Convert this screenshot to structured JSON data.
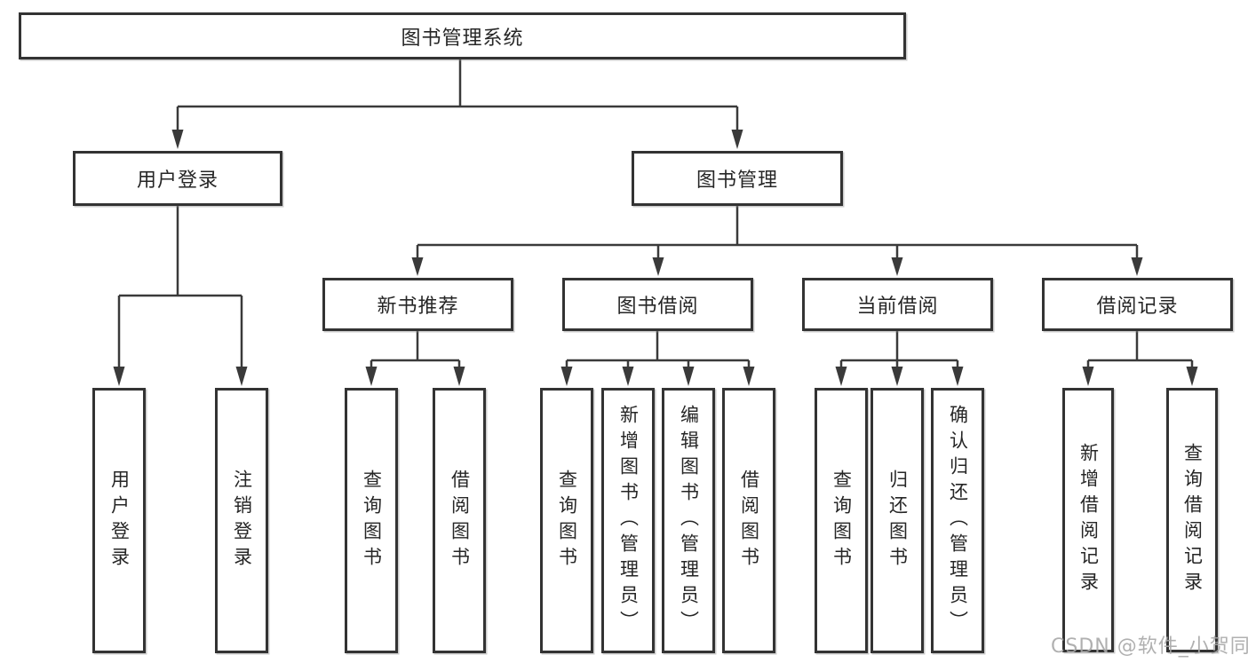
{
  "diagram_title": "图书管理系统",
  "nodes": {
    "root": "图书管理系统",
    "level2": {
      "login": "用户登录",
      "manage": "图书管理"
    },
    "level3": {
      "recommend": "新书推荐",
      "borrow": "图书借阅",
      "current": "当前借阅",
      "records": "借阅记录"
    },
    "leaves": {
      "login": [
        "用户登录",
        "注销登录"
      ],
      "recommend": [
        "查询图书",
        "借阅图书"
      ],
      "borrow": [
        "查询图书",
        "新增图书（管理员）",
        "编辑图书（管理员）",
        "借阅图书"
      ],
      "current": [
        "查询图书",
        "归还图书",
        "确认归还（管理员）"
      ],
      "records": [
        "新增借阅记录",
        "查询借阅记录"
      ]
    }
  },
  "watermark": "CSDN @软件_小贺同学",
  "colors": {
    "box_border": "#333333",
    "connector_line": "#3a3a3a",
    "text": "#262626",
    "watermark_text": "#a8a8a8",
    "background": "#ffffff"
  }
}
